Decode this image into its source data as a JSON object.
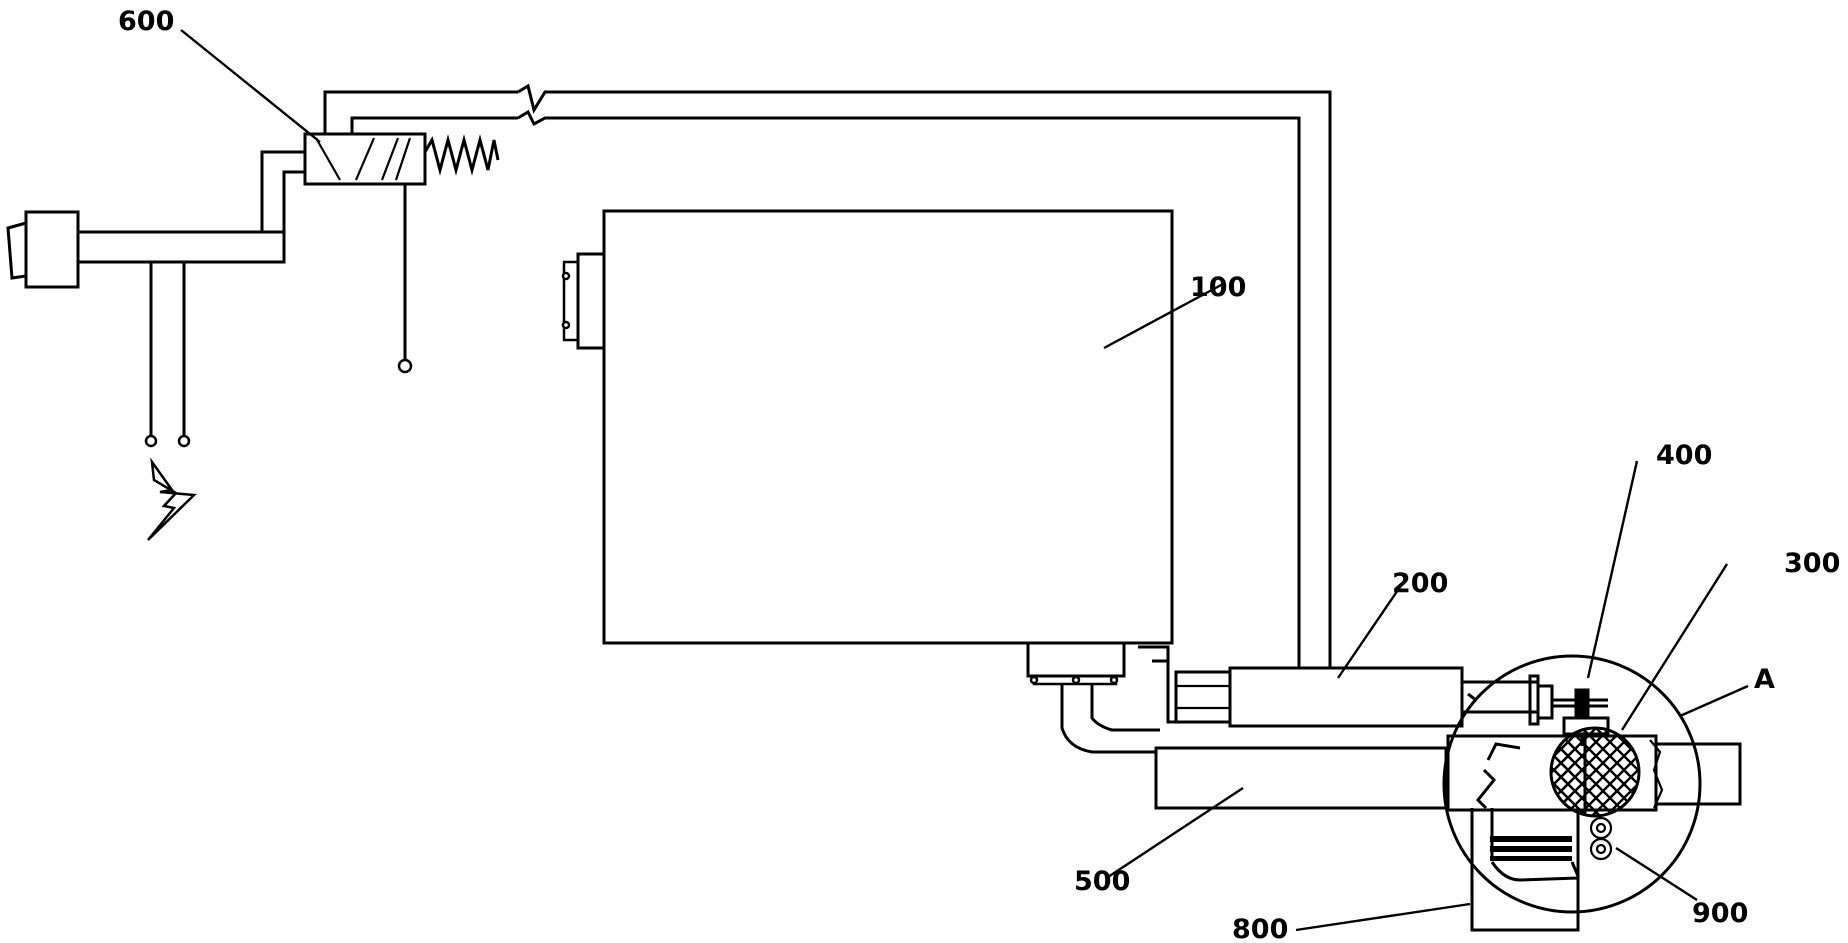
{
  "labels": {
    "tank": "100",
    "pump": "200",
    "inner_part": "300",
    "fitting": "400",
    "pipe": "500",
    "valve": "600",
    "base": "800",
    "coil": "900",
    "detail": "A"
  },
  "icons": {
    "power": "lightning-bolt-icon",
    "spring": "spring-icon"
  }
}
